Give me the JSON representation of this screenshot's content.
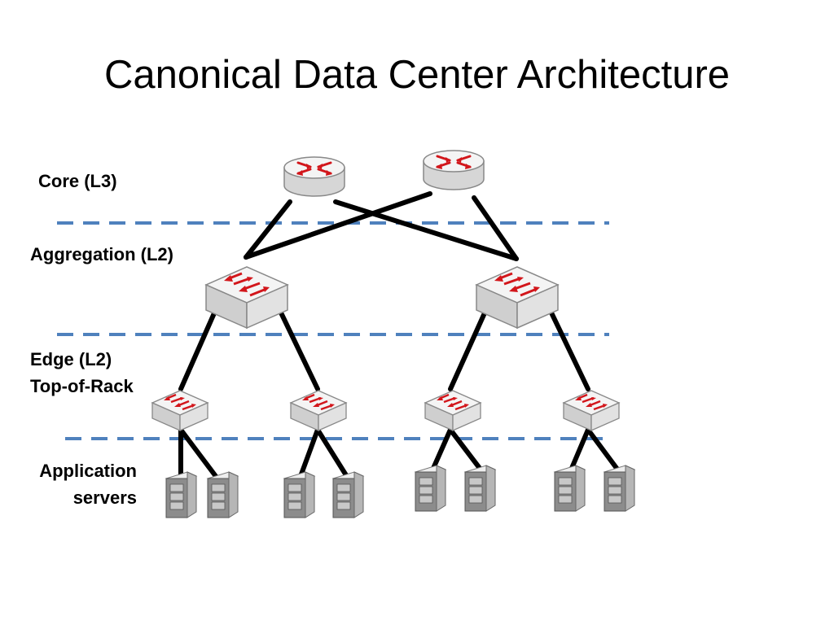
{
  "title": "Canonical Data Center Architecture",
  "layers": {
    "core": "Core (L3)",
    "aggregation": "Aggregation (L2)",
    "edge_line1": "Edge (L2)",
    "edge_line2": "Top-of-Rack",
    "app_line1": "Application",
    "app_line2": "servers"
  },
  "colors": {
    "divider": "#4f81bd",
    "link": "#000000",
    "arrow": "#d2161b",
    "device_body": "#e6e6e6"
  },
  "icons": {
    "core": "router-icon",
    "aggregation": "switch-icon",
    "edge": "switch-icon",
    "server": "server-icon"
  }
}
